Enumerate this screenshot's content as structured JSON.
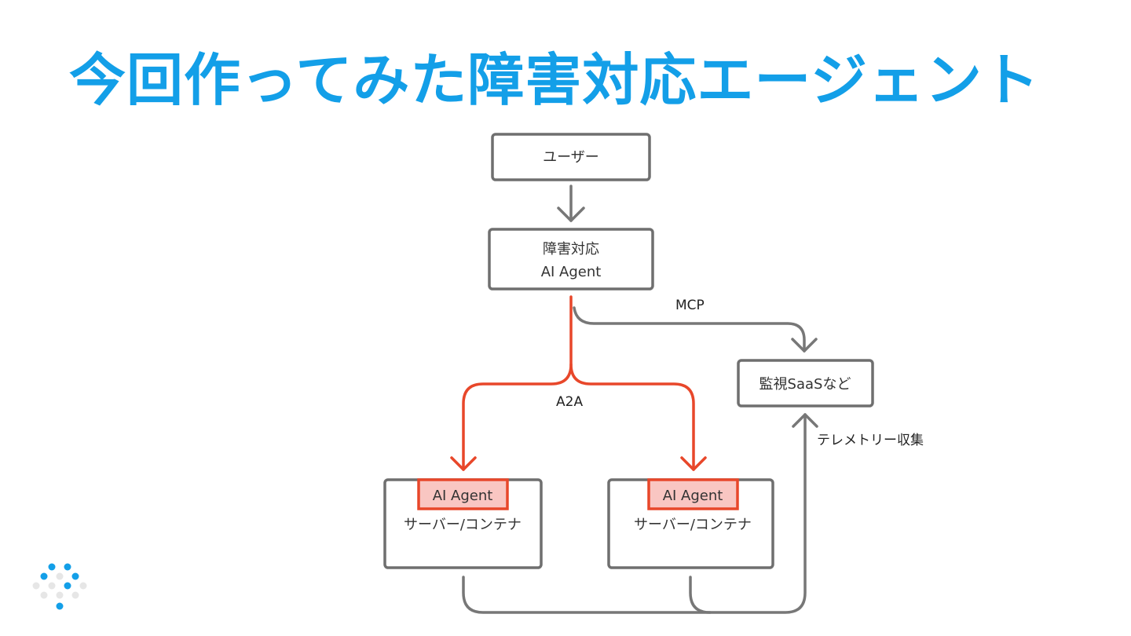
{
  "slide": {
    "title": "今回作ってみた障害対応エージェント"
  },
  "colors": {
    "title": "#139fe8",
    "box_stroke": "#6f6f6f",
    "connector": "#777777",
    "a2a_connector": "#e8472a",
    "agent_tag_fill": "#f9c6c2"
  },
  "diagram": {
    "nodes": {
      "user": {
        "label": "ユーザー"
      },
      "incident_agent": {
        "line1": "障害対応",
        "line2": "AI Agent"
      },
      "monitoring_saas": {
        "label": "監視SaaSなど"
      },
      "server_left": {
        "agent_label": "AI Agent",
        "label": "サーバー/コンテナ"
      },
      "server_right": {
        "agent_label": "AI Agent",
        "label": "サーバー/コンテナ"
      }
    },
    "edges": {
      "mcp": {
        "label": "MCP"
      },
      "a2a": {
        "label": "A2A"
      },
      "telemetry": {
        "label": "テレメトリー収集"
      }
    }
  },
  "logo": {
    "icon": "dot-grid-logo-icon"
  }
}
